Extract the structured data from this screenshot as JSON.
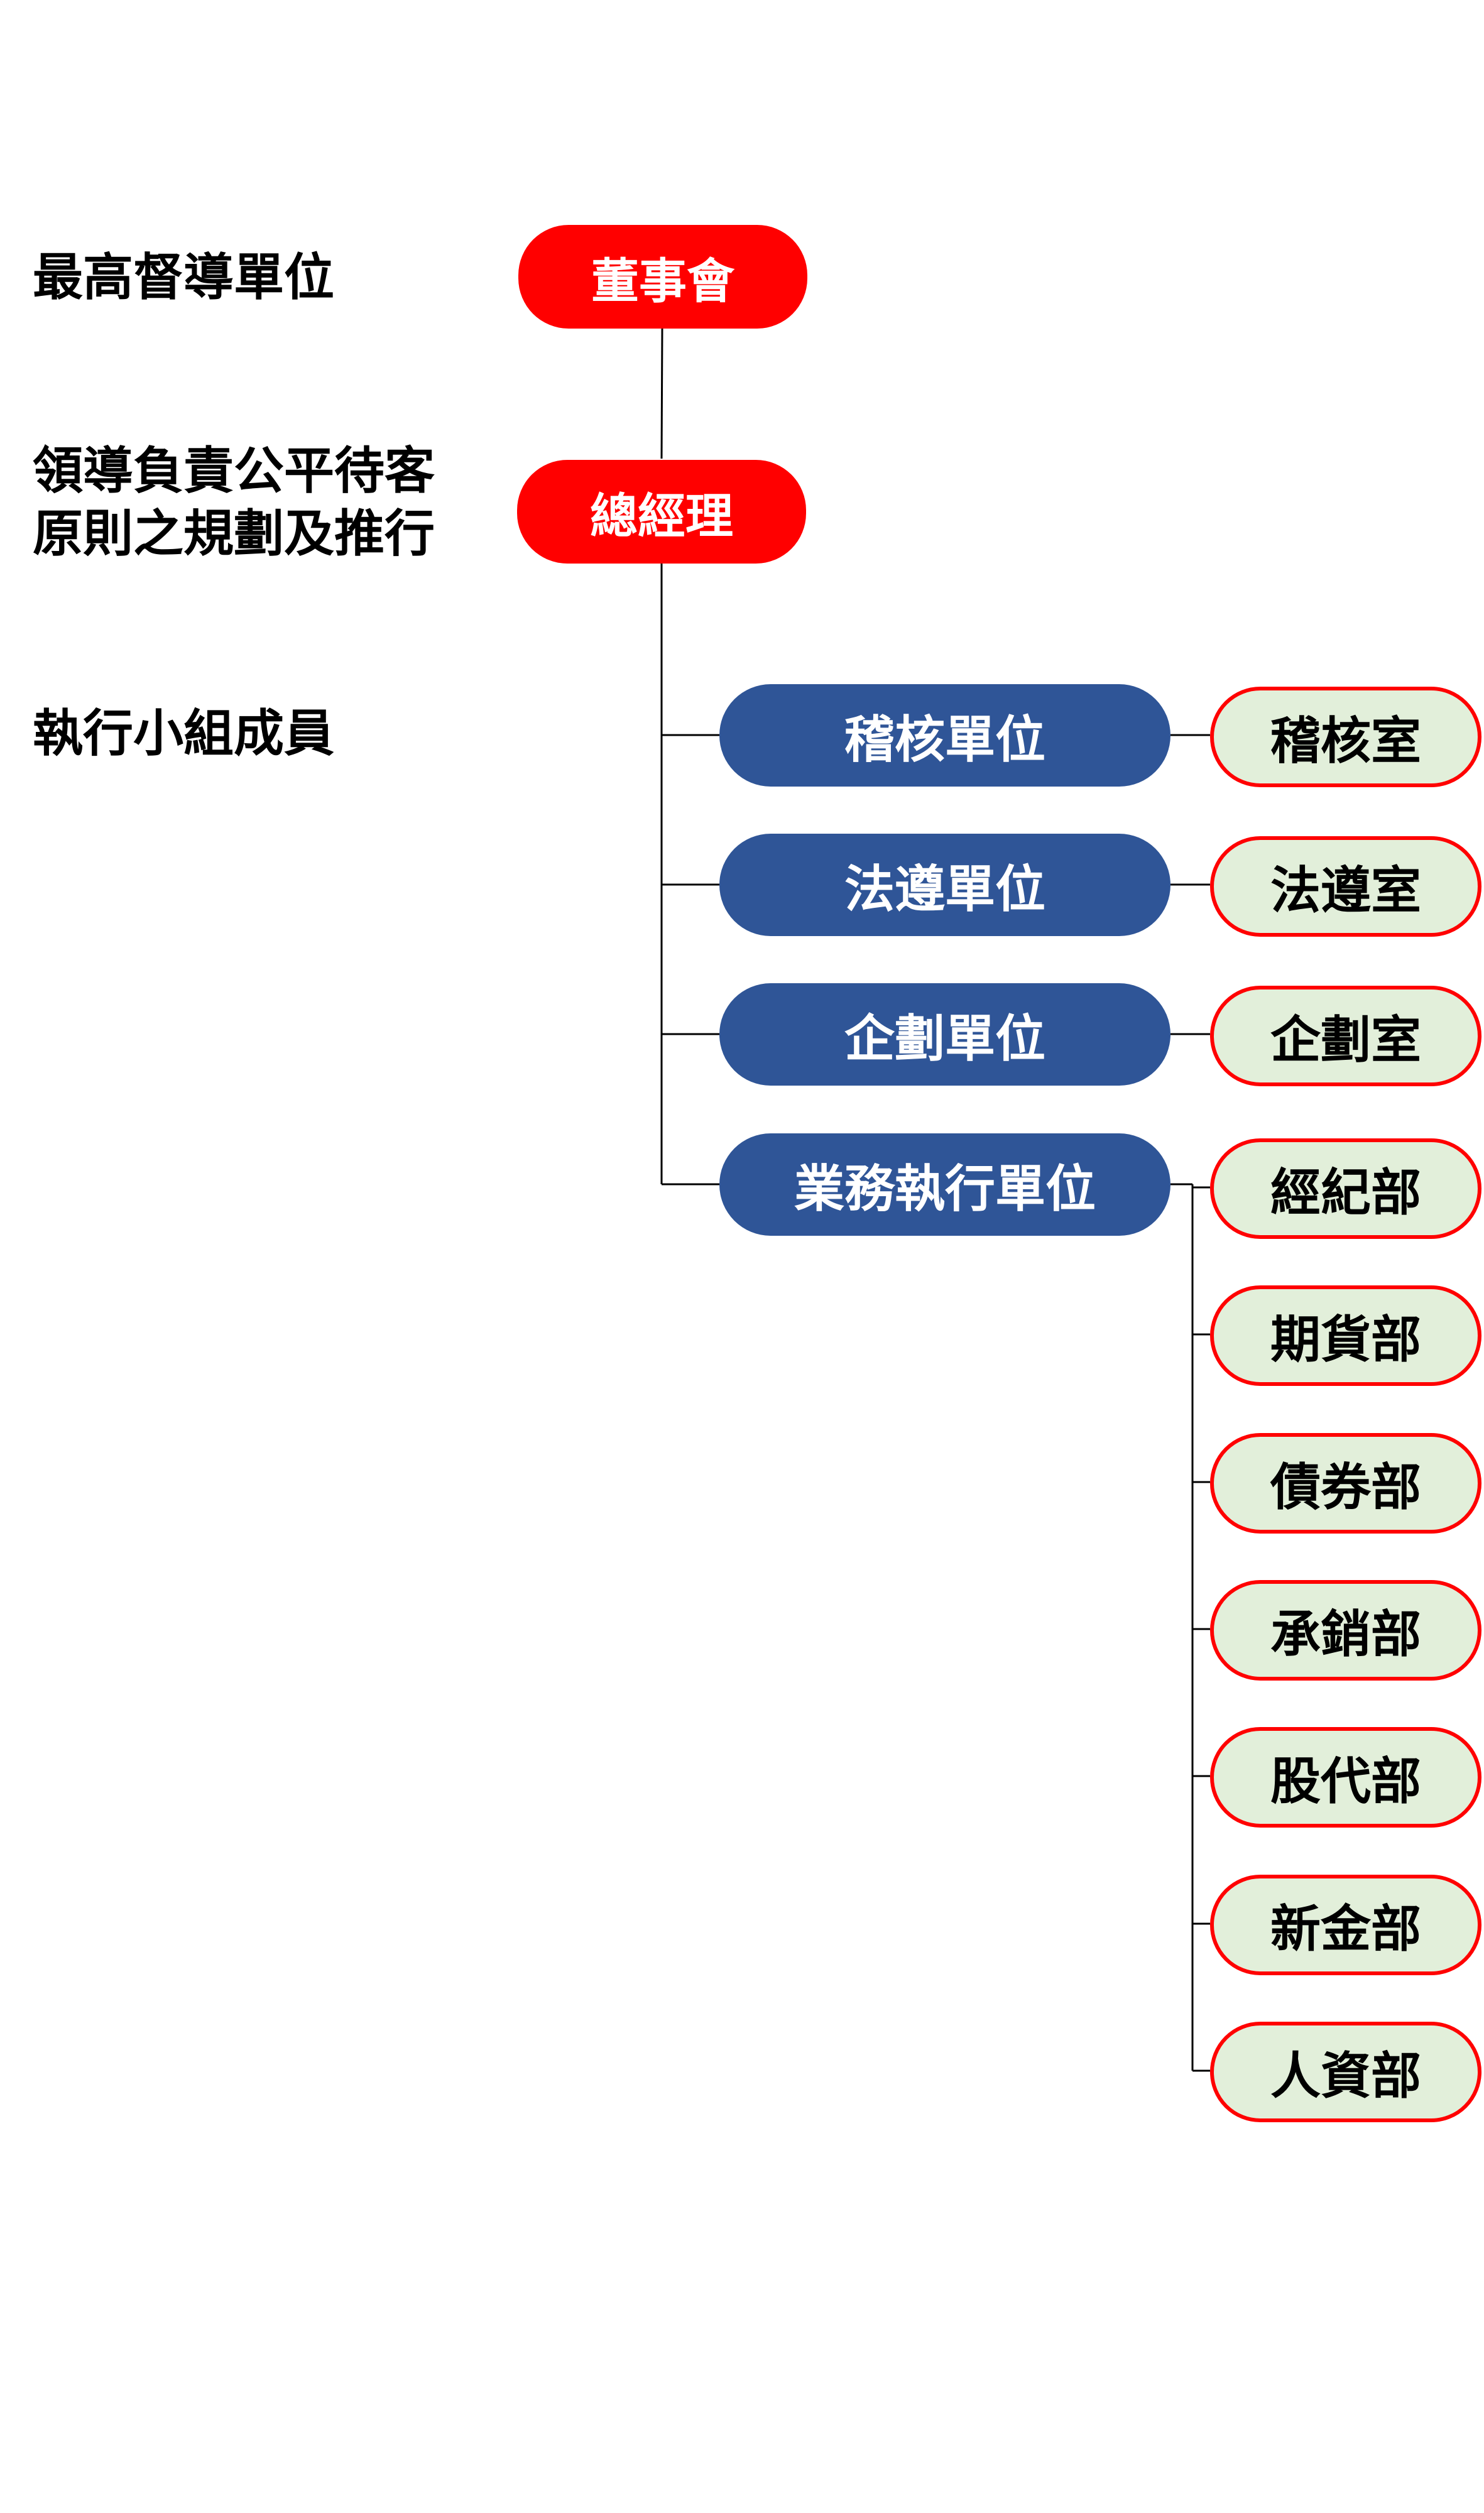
{
  "levels": {
    "supervision": "最高督導單位",
    "leadership_line1": "領導負責公平待客",
    "leadership_line2": "原則之規劃及推行",
    "execution": "執行小組成員"
  },
  "top_nodes": {
    "board": "董事會",
    "general_manager": "總經理"
  },
  "units": [
    {
      "label": "稽核單位",
      "departments": [
        "稽核室"
      ]
    },
    {
      "label": "法遵單位",
      "departments": [
        "法遵室"
      ]
    },
    {
      "label": "企劃單位",
      "departments": [
        "企劃室"
      ]
    },
    {
      "label": "業務執行單位",
      "departments": [
        "經紀部",
        "期貨部",
        "債券部",
        "承銷部",
        "股代部",
        "新金部",
        "人資部"
      ]
    }
  ],
  "colors": {
    "top_node": "#ff0000",
    "unit_node": "#2f5597",
    "dept_fill": "#e2efda",
    "dept_border": "#ff0000",
    "connector": "#000000"
  }
}
